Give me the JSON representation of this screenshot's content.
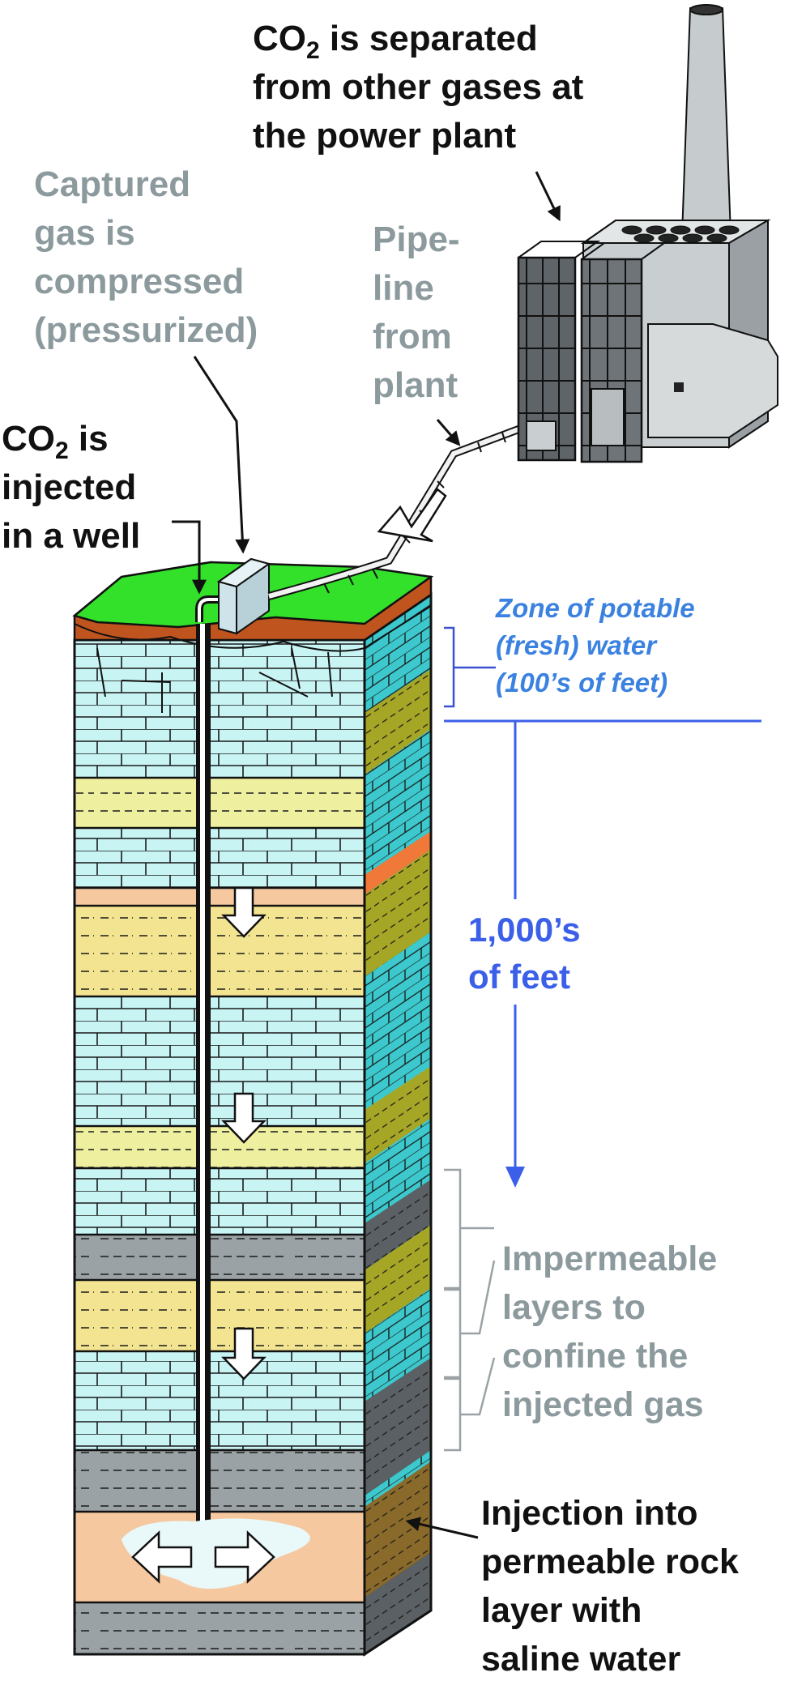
{
  "labels": {
    "separated": [
      "CO",
      "2",
      " is separated",
      "from other gases at",
      "the power plant"
    ],
    "captured": [
      "Captured",
      "gas is",
      "compressed",
      "(pressurized)"
    ],
    "pipeline": [
      "Pipe-",
      "line",
      "from",
      "plant"
    ],
    "injected": [
      "CO",
      "2",
      " is",
      "injected",
      "in a well"
    ],
    "potable": [
      "Zone of potable",
      "(fresh) water",
      "(100’s of feet)"
    ],
    "depth": [
      "1,000’s",
      "of feet"
    ],
    "impermeable": [
      "Impermeable",
      "layers to",
      "confine the",
      "injected gas"
    ],
    "injection": [
      "Injection into",
      "permeable rock",
      "layer with",
      "saline water"
    ]
  },
  "colors": {
    "grass": "#33e02a",
    "soil": "#c0541e",
    "limestone": "#c8f4f4",
    "limestone_side": "#3cc8cc",
    "sandstone": "#f2e490",
    "sandstone_side": "#a6a626",
    "shale": "#9aa2a6",
    "shale_side": "#5b6064",
    "peach": "#f5c8a0",
    "label_black": "#111111",
    "label_gray": "#8c9a9e",
    "label_blue": "#3b82e0"
  },
  "icons": [
    "power-plant-icon",
    "smokestack-icon",
    "compressor-icon",
    "wellhead-icon",
    "pipeline-icon"
  ]
}
